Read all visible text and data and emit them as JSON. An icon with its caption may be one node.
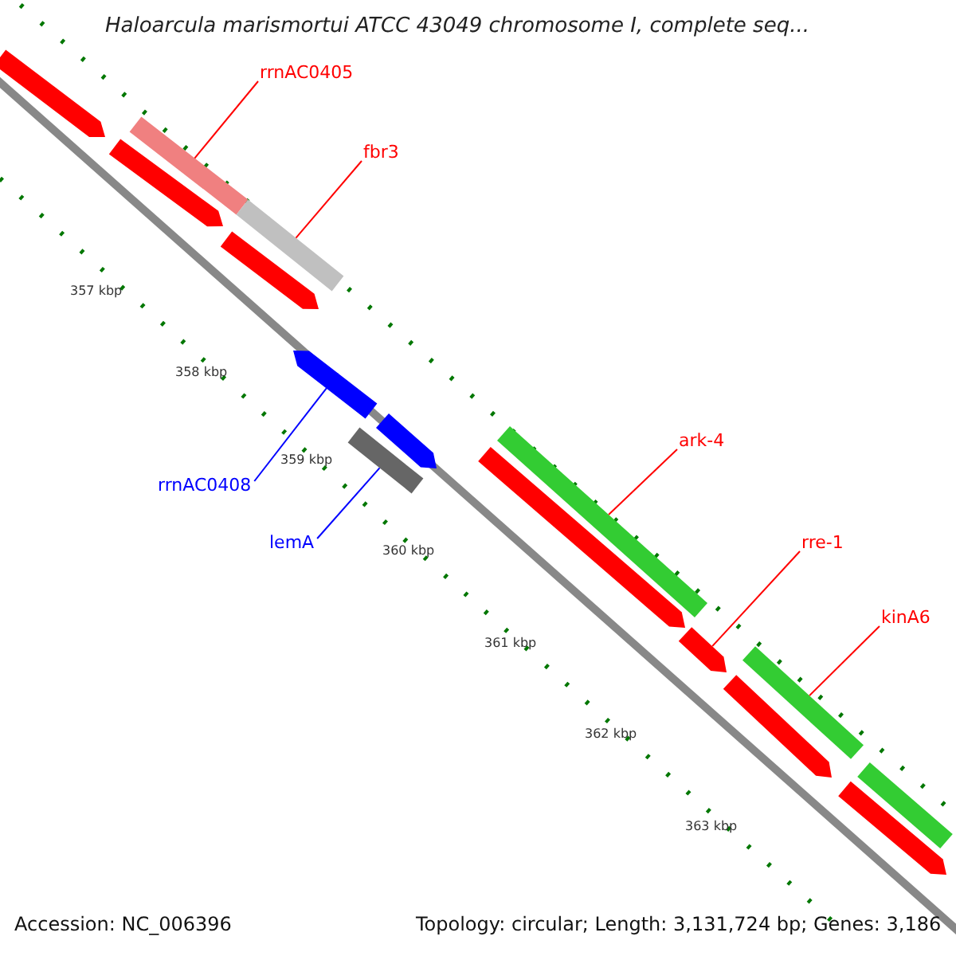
{
  "diagram": {
    "title": "Haloarcula marismortui ATCC 43049 chromosome I, complete seq...",
    "nodes": [
      {
        "text": [
          "rrnAC0405"
        ]
      },
      {
        "text": [
          "fbr3"
        ]
      },
      {
        "text": [
          "rrnAC0408"
        ]
      },
      {
        "text": [
          "lemA"
        ]
      },
      {
        "text": [
          "ark-4"
        ]
      },
      {
        "text": [
          "rre-1"
        ]
      },
      {
        "text": [
          "kinA6"
        ]
      },
      {
        "text": [],
        "shape": "bar"
      },
      {
        "text": [],
        "shape": "bar"
      },
      {
        "text": [],
        "shape": "bar"
      },
      {
        "text": [],
        "shape": "bar"
      },
      {
        "text": [],
        "shape": "bar"
      },
      {
        "text": [],
        "shape": "bar"
      },
      {
        "text": [],
        "shape": "bar"
      },
      {
        "text": [],
        "shape": "bar"
      },
      {
        "text": [],
        "shape": "bar"
      },
      {
        "text": [],
        "shape": "bar"
      },
      {
        "text": [],
        "shape": "bar"
      },
      {
        "text": [],
        "shape": "bar"
      },
      {
        "text": [],
        "shape": "bar"
      },
      {
        "text": [],
        "shape": "bar"
      },
      {
        "text": [],
        "shape": "bar"
      }
    ],
    "edges": [
      {
        "from": 0,
        "to": 8,
        "arrow": "none",
        "color": "#ff0000"
      },
      {
        "from": 1,
        "to": 10,
        "arrow": "none",
        "color": "#ff0000"
      },
      {
        "from": 2,
        "to": 12,
        "arrow": "none",
        "color": "#0000ff"
      },
      {
        "from": 3,
        "to": 14,
        "arrow": "none",
        "color": "#0000ff"
      },
      {
        "from": 4,
        "to": 15,
        "arrow": "none",
        "color": "#ff0000"
      },
      {
        "from": 5,
        "to": 17,
        "arrow": "none",
        "color": "#ff0000"
      },
      {
        "from": 6,
        "to": 18,
        "arrow": "none",
        "color": "#ff0000"
      }
    ],
    "labels": [
      "357 kbp",
      "358 kbp",
      "359 kbp",
      "360 kbp",
      "361 kbp",
      "362 kbp",
      "363 kbp",
      "Accession: NC_006396",
      "Topology: circular; Length: 3,131,724 bp; Genes: 3,186"
    ]
  }
}
